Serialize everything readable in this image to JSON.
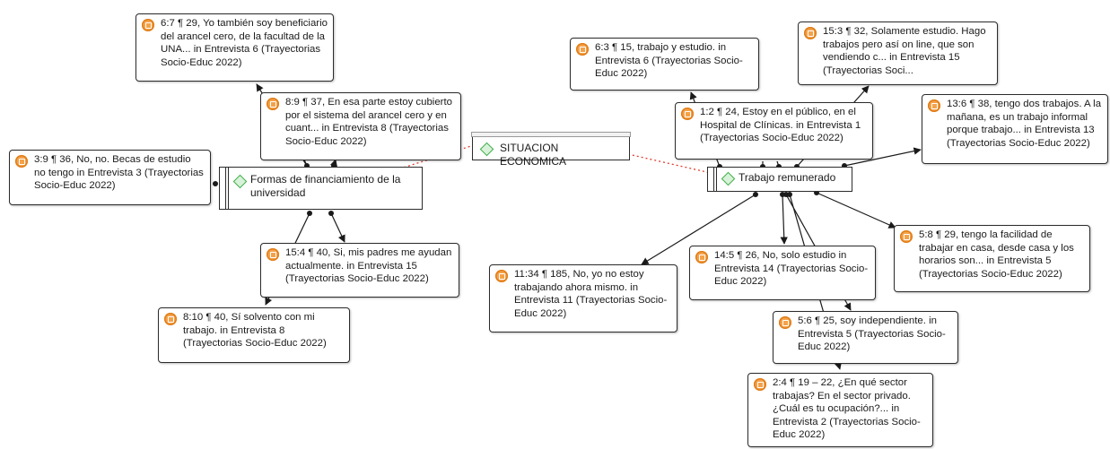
{
  "central_code": {
    "label": "SITUACION ECONOMICA",
    "icon": "code-diamond-icon"
  },
  "codes": {
    "financing": {
      "label": "Formas de financiamiento de la universidad",
      "icon": "code-diamond-icon"
    },
    "paid_work": {
      "label": "Trabajo remunerado",
      "icon": "code-diamond-icon"
    }
  },
  "quotations": {
    "q_6_7": {
      "text": "6:7 ¶ 29, Yo también soy beneficiario del arancel cero, de la facultad de la UNA... in Entrevista 6 (Trayectorias Socio-Educ 2022)"
    },
    "q_8_9": {
      "text": "8:9 ¶ 37, En esa parte estoy cubierto por el sistema del arancel cero y en cuant... in Entrevista 8 (Trayectorias Socio-Educ 2022)"
    },
    "q_3_9": {
      "text": "3:9 ¶ 36, No, no. Becas de estudio no tengo in Entrevista 3 (Trayectorias Socio-Educ 2022)"
    },
    "q_15_4": {
      "text": "15:4 ¶ 40, Si, mis padres me ayudan actualmente. in Entrevista 15 (Trayectorias Socio-Educ 2022)"
    },
    "q_8_10": {
      "text": "8:10 ¶ 40, Sí solvento con mi trabajo. in Entrevista 8 (Trayectorias Socio-Educ 2022)"
    },
    "q_6_3": {
      "text": "6:3 ¶ 15, trabajo y estudio. in Entrevista 6 (Trayectorias Socio-Educ 2022)"
    },
    "q_15_3": {
      "text": "15:3 ¶ 32, Solamente estudio. Hago trabajos pero así on line, que son vendiendo c... in Entrevista 15 (Trayectorias Soci..."
    },
    "q_1_2": {
      "text": "1:2 ¶ 24, Estoy en el público, en el Hospital de Clínicas. in Entrevista 1 (Trayectorias Socio-Educ 2022)"
    },
    "q_13_6": {
      "text": "13:6 ¶ 38, tengo dos trabajos. A la mañana, es un trabajo informal porque trabajo... in Entrevista 13 (Trayectorias Socio-Educ 2022)"
    },
    "q_5_8": {
      "text": "5:8 ¶ 29, tengo la facilidad de trabajar en casa, desde casa y los horarios son... in Entrevista 5 (Trayectorias Socio-Educ 2022)"
    },
    "q_14_5": {
      "text": "14:5 ¶ 26, No, solo estudio in Entrevista 14 (Trayectorias Socio-Educ 2022)"
    },
    "q_11_34": {
      "text": "11:34 ¶ 185, No, yo no estoy trabajando ahora mismo. in Entrevista 11 (Trayectorias Socio-Educ 2022)"
    },
    "q_5_6": {
      "text": "5:6 ¶ 25, soy independiente. in Entrevista 5 (Trayectorias Socio-Educ 2022)"
    },
    "q_2_4": {
      "text": "2:4 ¶ 19 – 22, ¿En qué sector trabajas? En el sector privado. ¿Cuál es tu ocupación?... in Entrevista 2 (Trayectorias Socio-Educ 2022)"
    }
  },
  "colors": {
    "quotation_icon": "#f4a24a",
    "code_icon": "#3fae49",
    "link_line": "#1a1a1a",
    "relation_line": "#e03b2e"
  }
}
